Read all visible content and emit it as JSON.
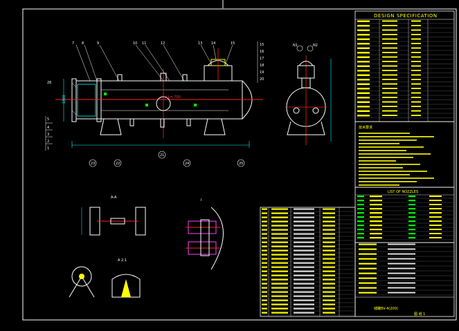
{
  "sheet": {
    "design_spec_title": "DESIGN SPECIFICATION",
    "list_of_nozzles_title": "LIST OF NOZZLES",
    "drawing_name": "储罐BV-4(200)",
    "sheet_label": "图 纸 1",
    "notes_heading": "技术要求"
  },
  "main_view": {
    "top_callouts": [
      "7",
      "8",
      "9",
      "10",
      "11",
      "12",
      "13",
      "14",
      "15"
    ],
    "right_callouts": [
      "15",
      "16",
      "17",
      "18",
      "19",
      "20"
    ],
    "bottom_callouts": [
      "23",
      "22",
      "21",
      "24",
      "25"
    ],
    "left_callouts": [
      "26",
      "5",
      "4",
      "3",
      "2",
      "1"
    ],
    "liquid_level": "LL= 700",
    "dimension_label": "1800"
  },
  "end_view": {
    "nozzle_tags": [
      "N1",
      "N2"
    ]
  },
  "details": {
    "detail_a_label": "A-A",
    "detail_b_label": "I",
    "detail_c_label": "A 2:1"
  },
  "colors": {
    "background": "#000000",
    "frame": "#ffffff",
    "shell": "#ffffff",
    "centerline": "#ff2020",
    "dimension": "#00ffff",
    "accent": "#ffff00",
    "section": "#ff40ff"
  }
}
